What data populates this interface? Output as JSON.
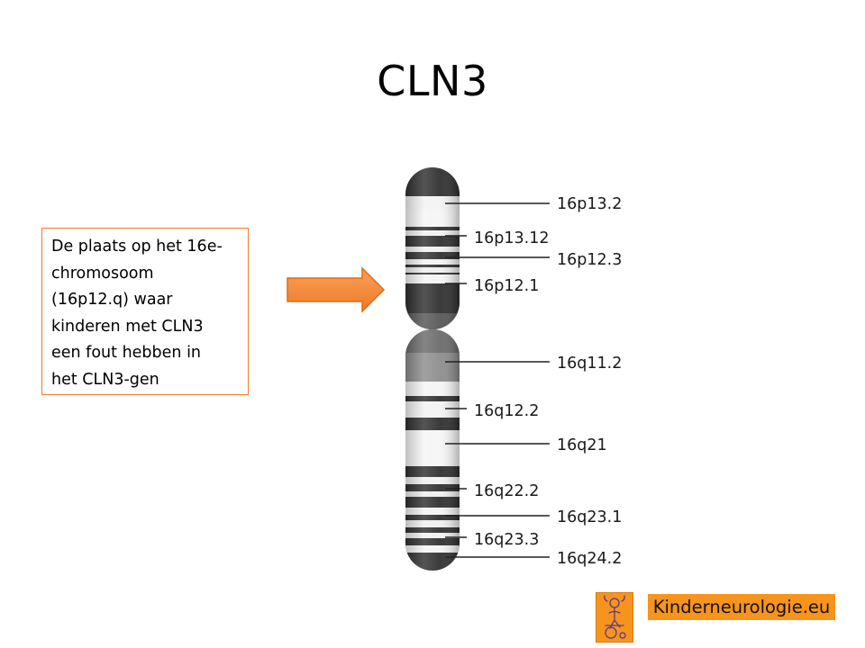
{
  "slide": {
    "title": "CLN3"
  },
  "callout": {
    "text": "De plaats op het 16e-\nchromosoom\n(16p12.q) waar\nkinderen met CLN3\neen fout hebben in\nhet CLN3-gen"
  },
  "chromosome": {
    "name": "16",
    "band_labels": [
      "16p13.2",
      "16p13.12",
      "16p12.3",
      "16p12.1",
      "16q11.2",
      "16q12.2",
      "16q21",
      "16q22.2",
      "16q23.1",
      "16q23.3",
      "16q24.2"
    ]
  },
  "colors": {
    "accent": "#ed7d31",
    "arrow_fill": "#f58c3c",
    "logo_bg": "#f7941d",
    "dark_band": "#2e2e2e",
    "heterochromatin": "#8c8c8c"
  },
  "logo": {
    "text": "Kinderneurologie.eu",
    "icon": "child-wheelchair-icon"
  }
}
